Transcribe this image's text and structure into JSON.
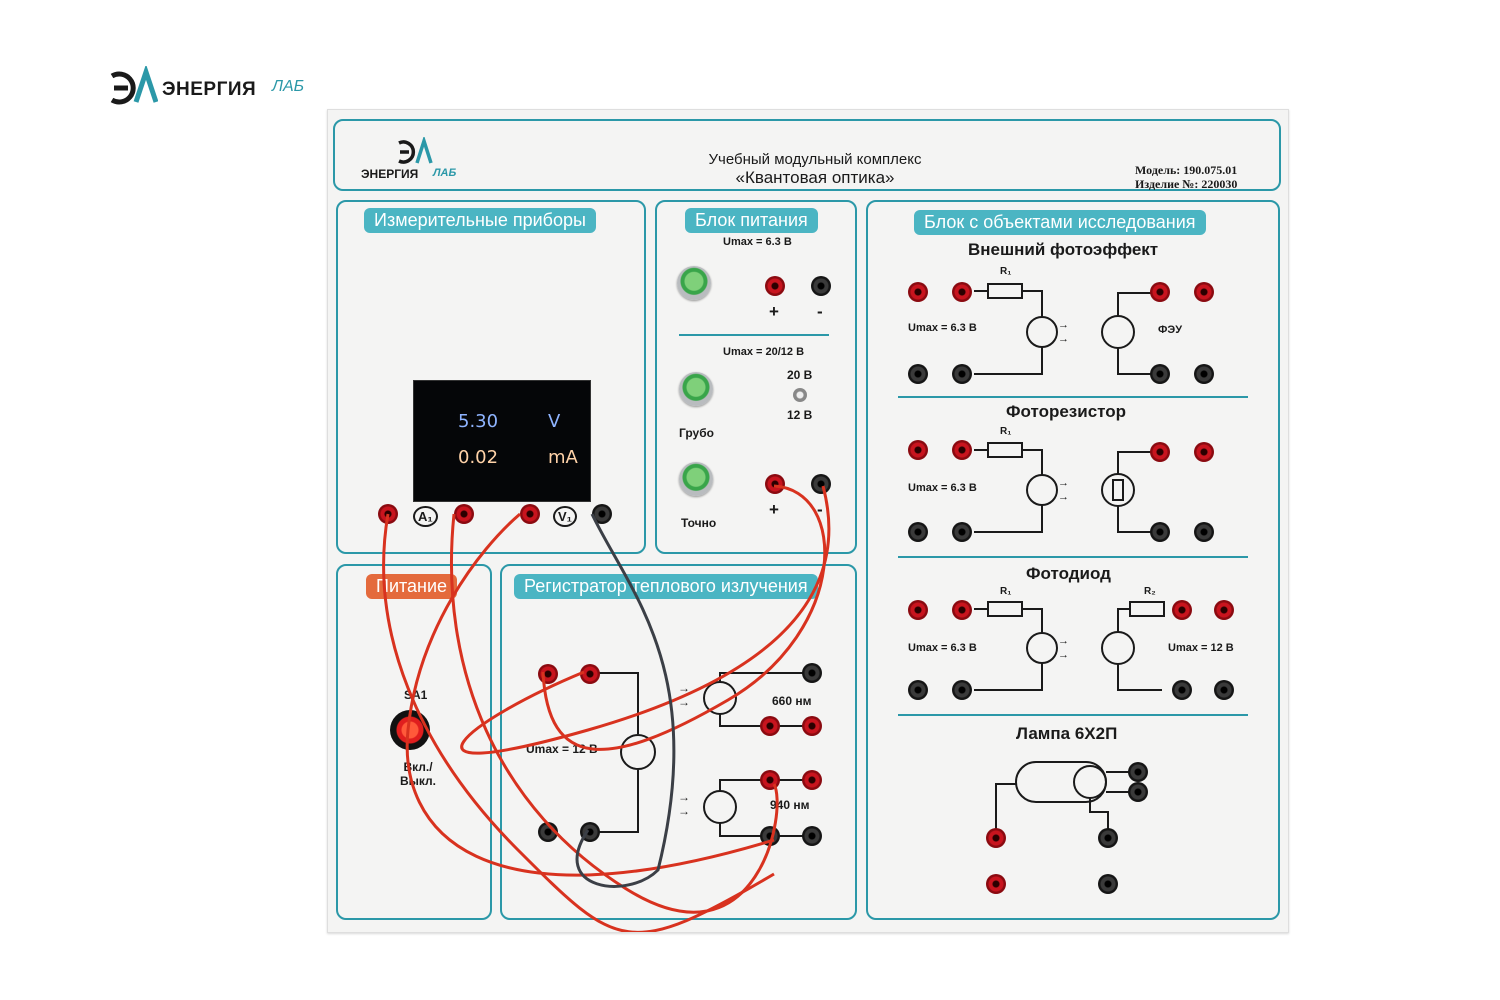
{
  "brand": {
    "name": "ЭНЕРГИЯ",
    "suffix": "ЛАБ"
  },
  "header": {
    "title_line1": "Учебный модульный комплекс",
    "title_line2": "«Квантовая оптика»",
    "model": "Модель: 190.075.01",
    "serial": "Изделие №: 220030"
  },
  "measure": {
    "title": "Измерительные приборы",
    "voltage_value": "5.30",
    "voltage_unit": "V",
    "current_value": "0.02",
    "current_unit": "mA",
    "ammeter": "A₁",
    "voltmeter": "V₁"
  },
  "power_supply": {
    "title": "Блок питания",
    "umax1": "Umax = 6.3 В",
    "umax2": "Umax = 20/12 В",
    "v20": "20 В",
    "v12": "12 В",
    "coarse": "Грубо",
    "fine": "Точно",
    "plus": "+",
    "minus": "-"
  },
  "power": {
    "title": "Питание",
    "switch_id": "SA1",
    "switch_label": "Вкл./ Выкл."
  },
  "thermal": {
    "title": "Регистратор теплового излучения",
    "umax": "Umax = 12 В",
    "wl1": "660 нм",
    "wl2": "940 нм"
  },
  "objects": {
    "title": "Блок с объектами исследования",
    "s1_title": "Внешний фотоэффект",
    "s1_umax": "Umax = 6.3 В",
    "s1_r": "R₁",
    "s1_dev": "ФЭУ",
    "s2_title": "Фоторезистор",
    "s2_umax": "Umax = 6.3 В",
    "s2_r": "R₁",
    "s3_title": "Фотодиод",
    "s3_umax": "Umax = 6.3 В",
    "s3_r1": "R₁",
    "s3_r2": "R₂",
    "s3_umax2": "Umax = 12 В",
    "s4_title": "Лампа 6Х2П"
  },
  "colors": {
    "accent": "#2b98a8",
    "tag": "#4bb5c3",
    "power_tag": "#e46a3c",
    "jack_red": "#c8141e",
    "wire_red": "#d8321f",
    "wire_gray": "#3b3f46"
  }
}
